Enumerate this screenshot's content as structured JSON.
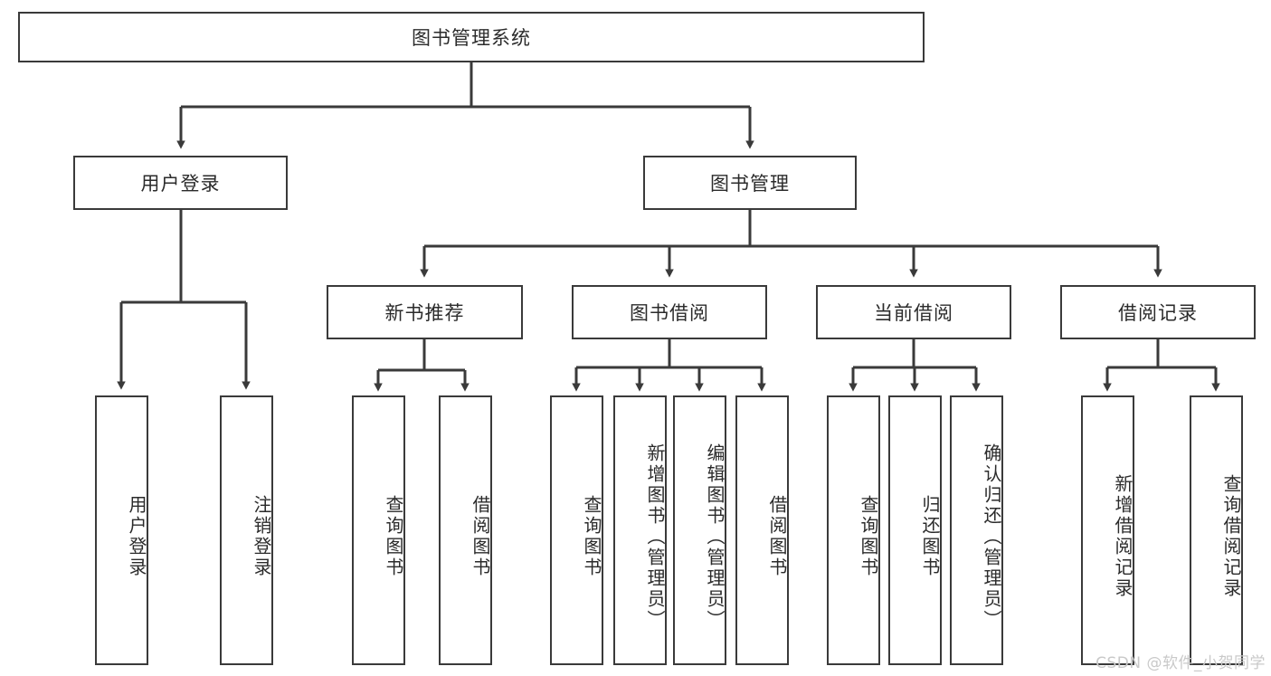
{
  "diagram": {
    "title": "图书管理系统",
    "type": "tree",
    "watermark": "CSDN @软件_小贺同学",
    "colors": {
      "stroke": "#3a3a3a",
      "fill": "#ffffff",
      "text": "#2b2b2b",
      "watermark": "#c9c9c9"
    },
    "levels": {
      "root": {
        "label": "图书管理系统"
      },
      "level2": [
        {
          "label": "用户登录"
        },
        {
          "label": "图书管理"
        }
      ],
      "level3": [
        {
          "label": "新书推荐"
        },
        {
          "label": "图书借阅"
        },
        {
          "label": "当前借阅"
        },
        {
          "label": "借阅记录"
        }
      ],
      "leaves": {
        "user_login": [
          {
            "label": "用户登录"
          },
          {
            "label": "注销登录"
          }
        ],
        "new_book_recommend": [
          {
            "label": "查询图书"
          },
          {
            "label": "借阅图书"
          }
        ],
        "book_borrow": [
          {
            "label": "查询图书"
          },
          {
            "label": "新增图书（管理员）"
          },
          {
            "label": "编辑图书（管理员）"
          },
          {
            "label": "借阅图书"
          }
        ],
        "current_borrow": [
          {
            "label": "查询图书"
          },
          {
            "label": "归还图书"
          },
          {
            "label": "确认归还（管理员）"
          }
        ],
        "borrow_record": [
          {
            "label": "新增借阅记录"
          },
          {
            "label": "查询借阅记录"
          }
        ]
      }
    }
  }
}
